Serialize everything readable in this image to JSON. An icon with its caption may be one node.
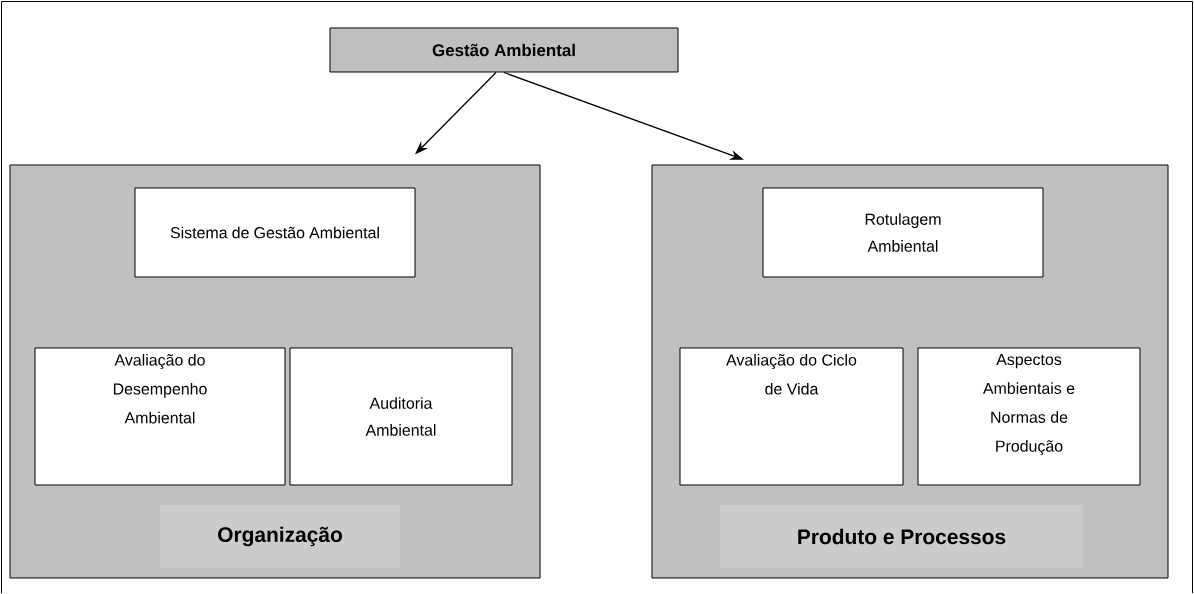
{
  "diagram": {
    "nodes": [
      {
        "text": [
          "Gestão Ambiental"
        ]
      },
      {
        "text": [],
        "shape": "box"
      },
      {
        "text": [
          "Sistema de Gestão Ambiental"
        ],
        "in": 1
      },
      {
        "text": [
          "Avaliação do Desempenho Ambiental"
        ],
        "in": 1
      },
      {
        "text": [
          "Auditoria Ambiental"
        ],
        "in": 1
      },
      {
        "text": [
          "Organização"
        ],
        "in": 1
      },
      {
        "text": [],
        "shape": "box"
      },
      {
        "text": [
          "Rotulagem Ambiental"
        ],
        "in": 6
      },
      {
        "text": [
          "Avaliação do Ciclo de Vida"
        ],
        "in": 6
      },
      {
        "text": [
          "Aspectos Ambientais e Normas de Produção"
        ],
        "in": 6
      },
      {
        "text": [
          "Produto e Processos"
        ],
        "in": 6
      }
    ],
    "edges": [
      {
        "from": 0,
        "to": 1,
        "arrow": "to"
      },
      {
        "from": 0,
        "to": 6,
        "arrow": "to"
      }
    ]
  }
}
